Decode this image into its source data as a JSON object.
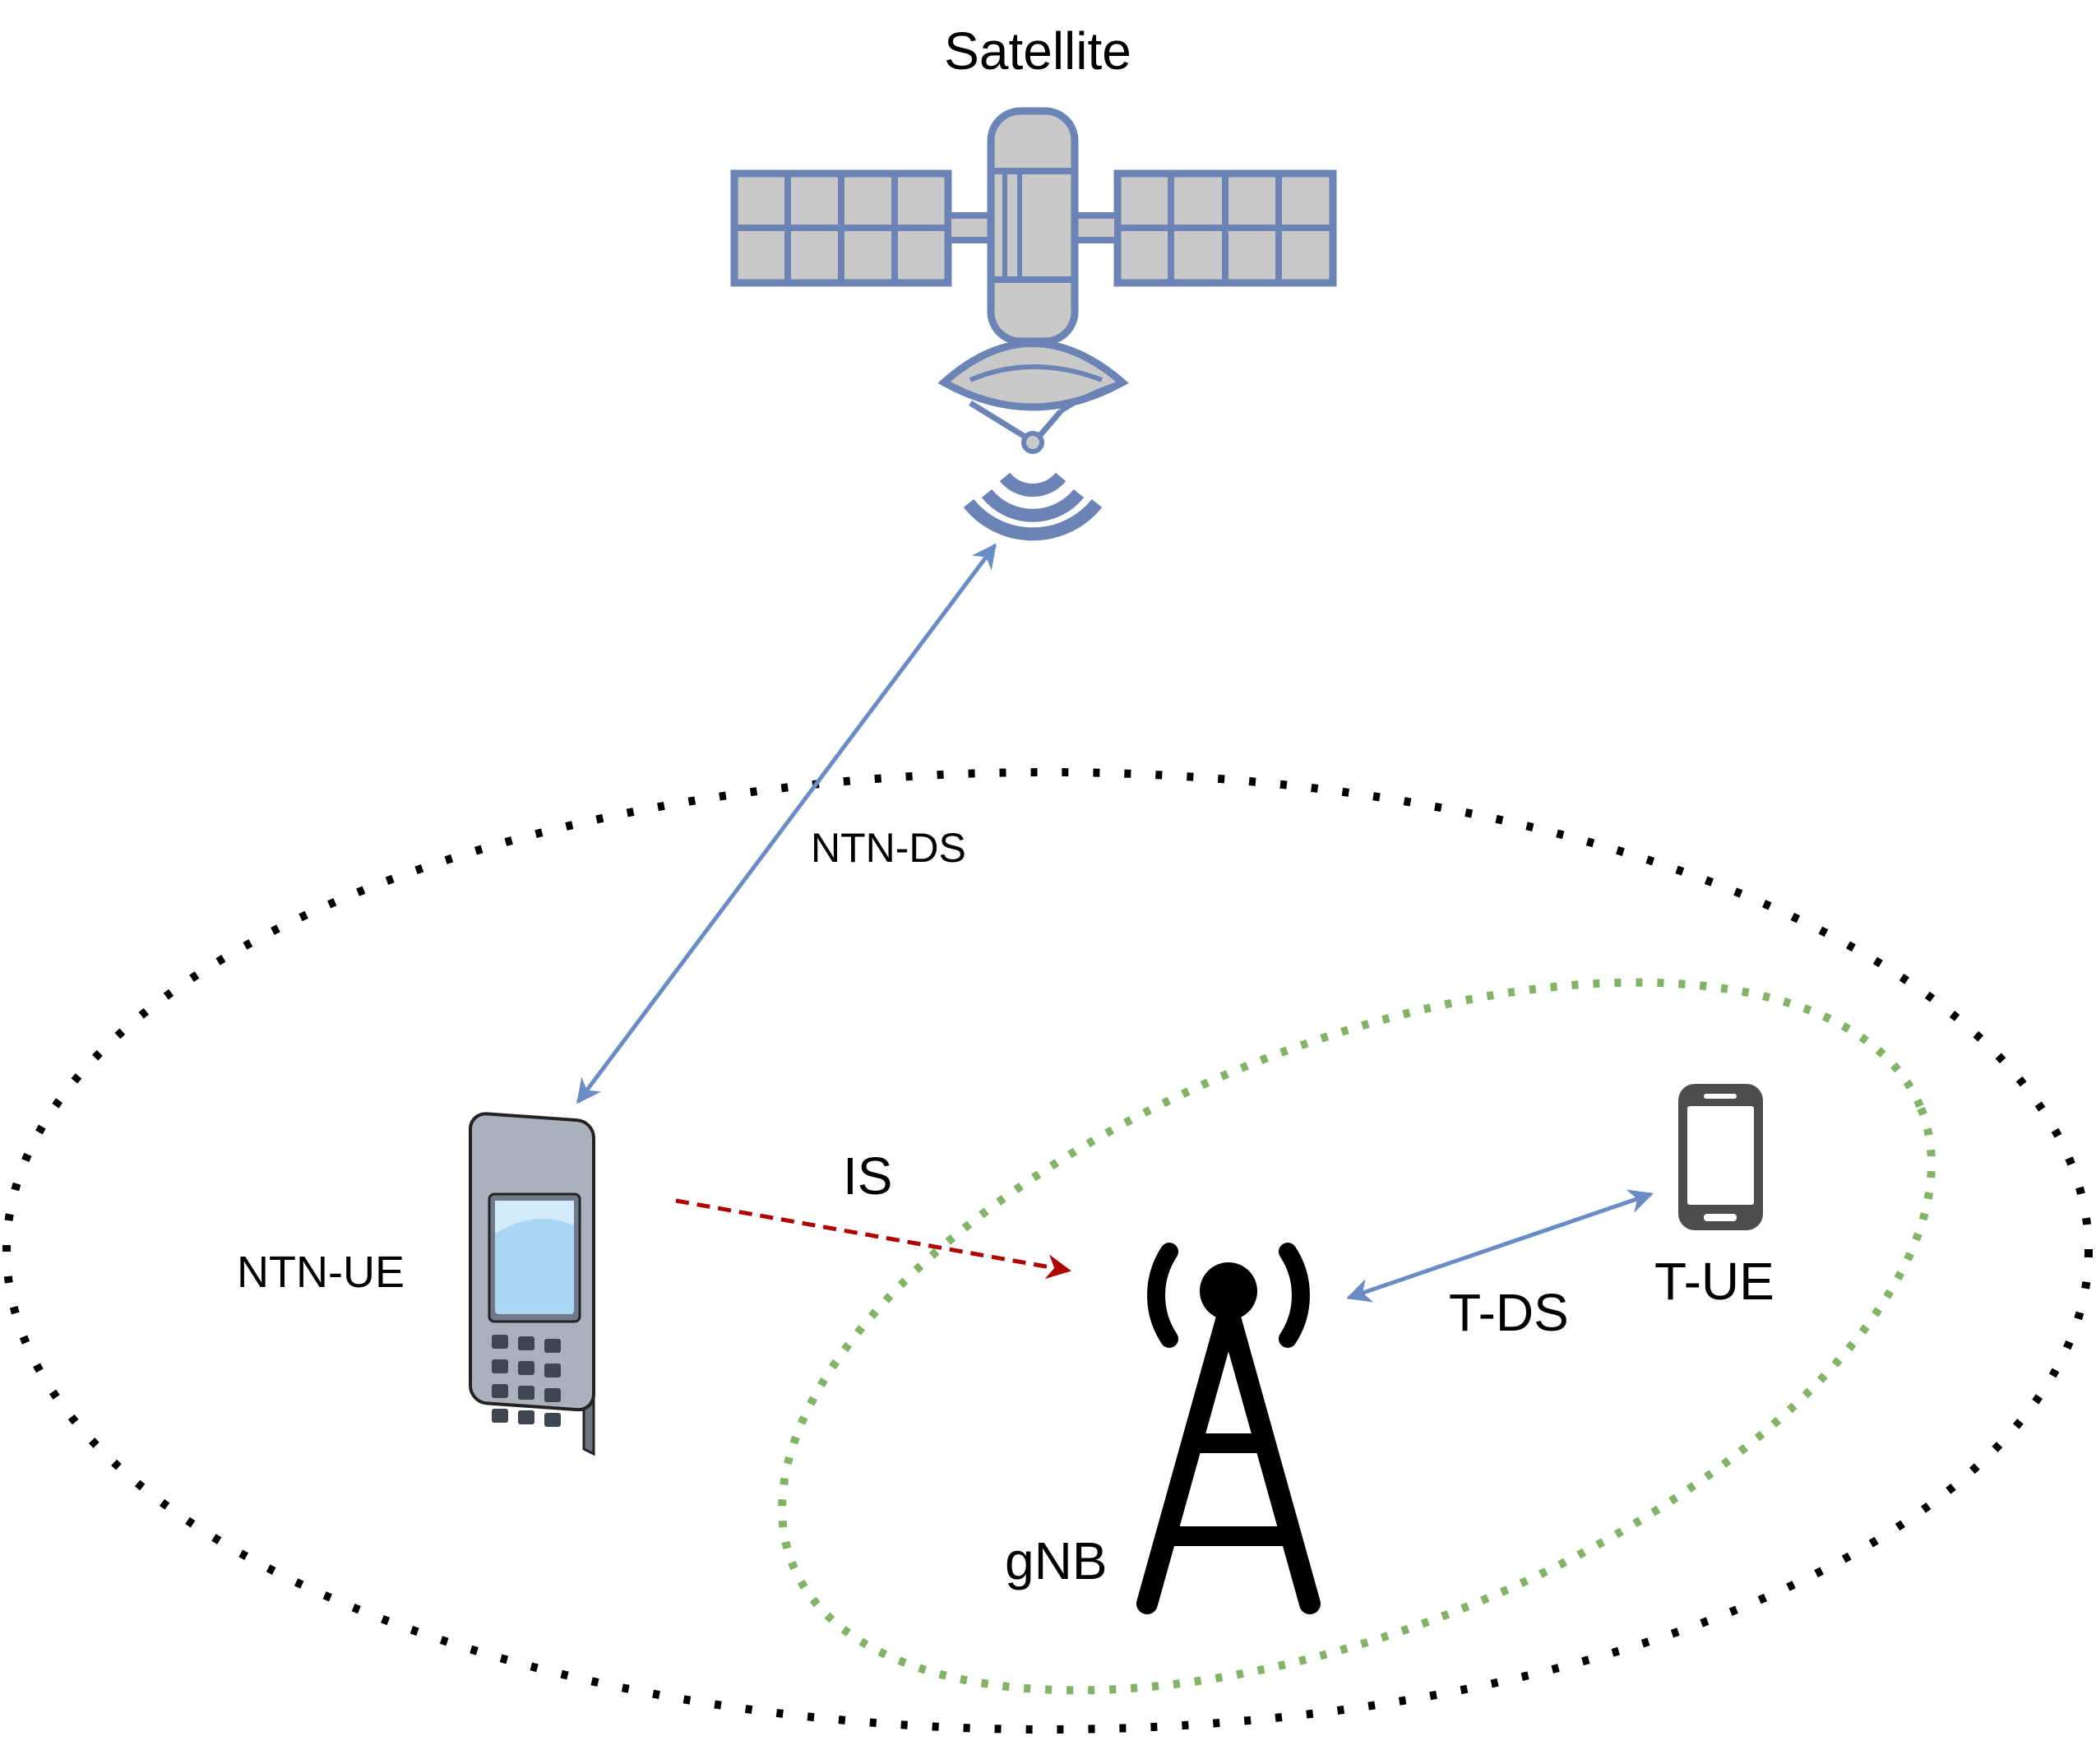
{
  "labels": {
    "satellite": "Satellite",
    "ntn_ds": "NTN-DS",
    "is": "IS",
    "ntn_ue": "NTN-UE",
    "t_ds": "T-DS",
    "t_ue": "T-UE",
    "gnb": "gNB"
  },
  "colors": {
    "satellite_fill": "#c9c9c9",
    "satellite_stroke": "#6c84b5",
    "link_blue": "#6a8cc4",
    "interference_red": "#b00000",
    "ntn_coverage": "#000000",
    "terrestrial_coverage": "#82b366",
    "tower": "#000000",
    "smartphone": "#4d4d4d"
  },
  "icons": {
    "satellite": "satellite-icon",
    "ntn_ue": "feature-phone-icon",
    "gnb": "radio-tower-icon",
    "t_ue": "smartphone-icon"
  }
}
